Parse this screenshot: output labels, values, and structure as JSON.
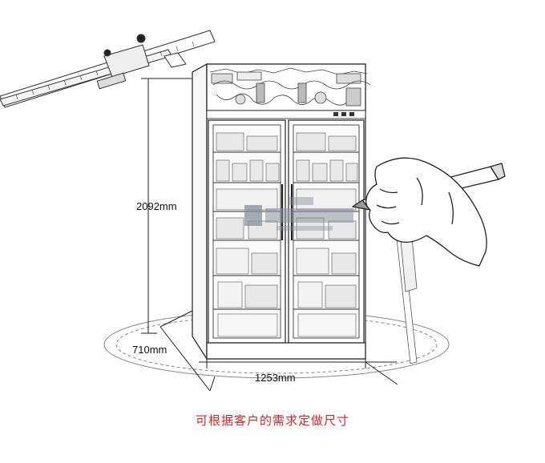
{
  "dimensions": {
    "height": "2092mm",
    "depth": "710mm",
    "width": "1253mm"
  },
  "caption": "可根据客户的需求定做尺寸",
  "colors": {
    "caption": "#d9232b",
    "line": "#222222",
    "sketch": "#555555"
  },
  "icons": [
    "caliper-icon",
    "hand-with-pencil-icon",
    "watermark-logo"
  ]
}
